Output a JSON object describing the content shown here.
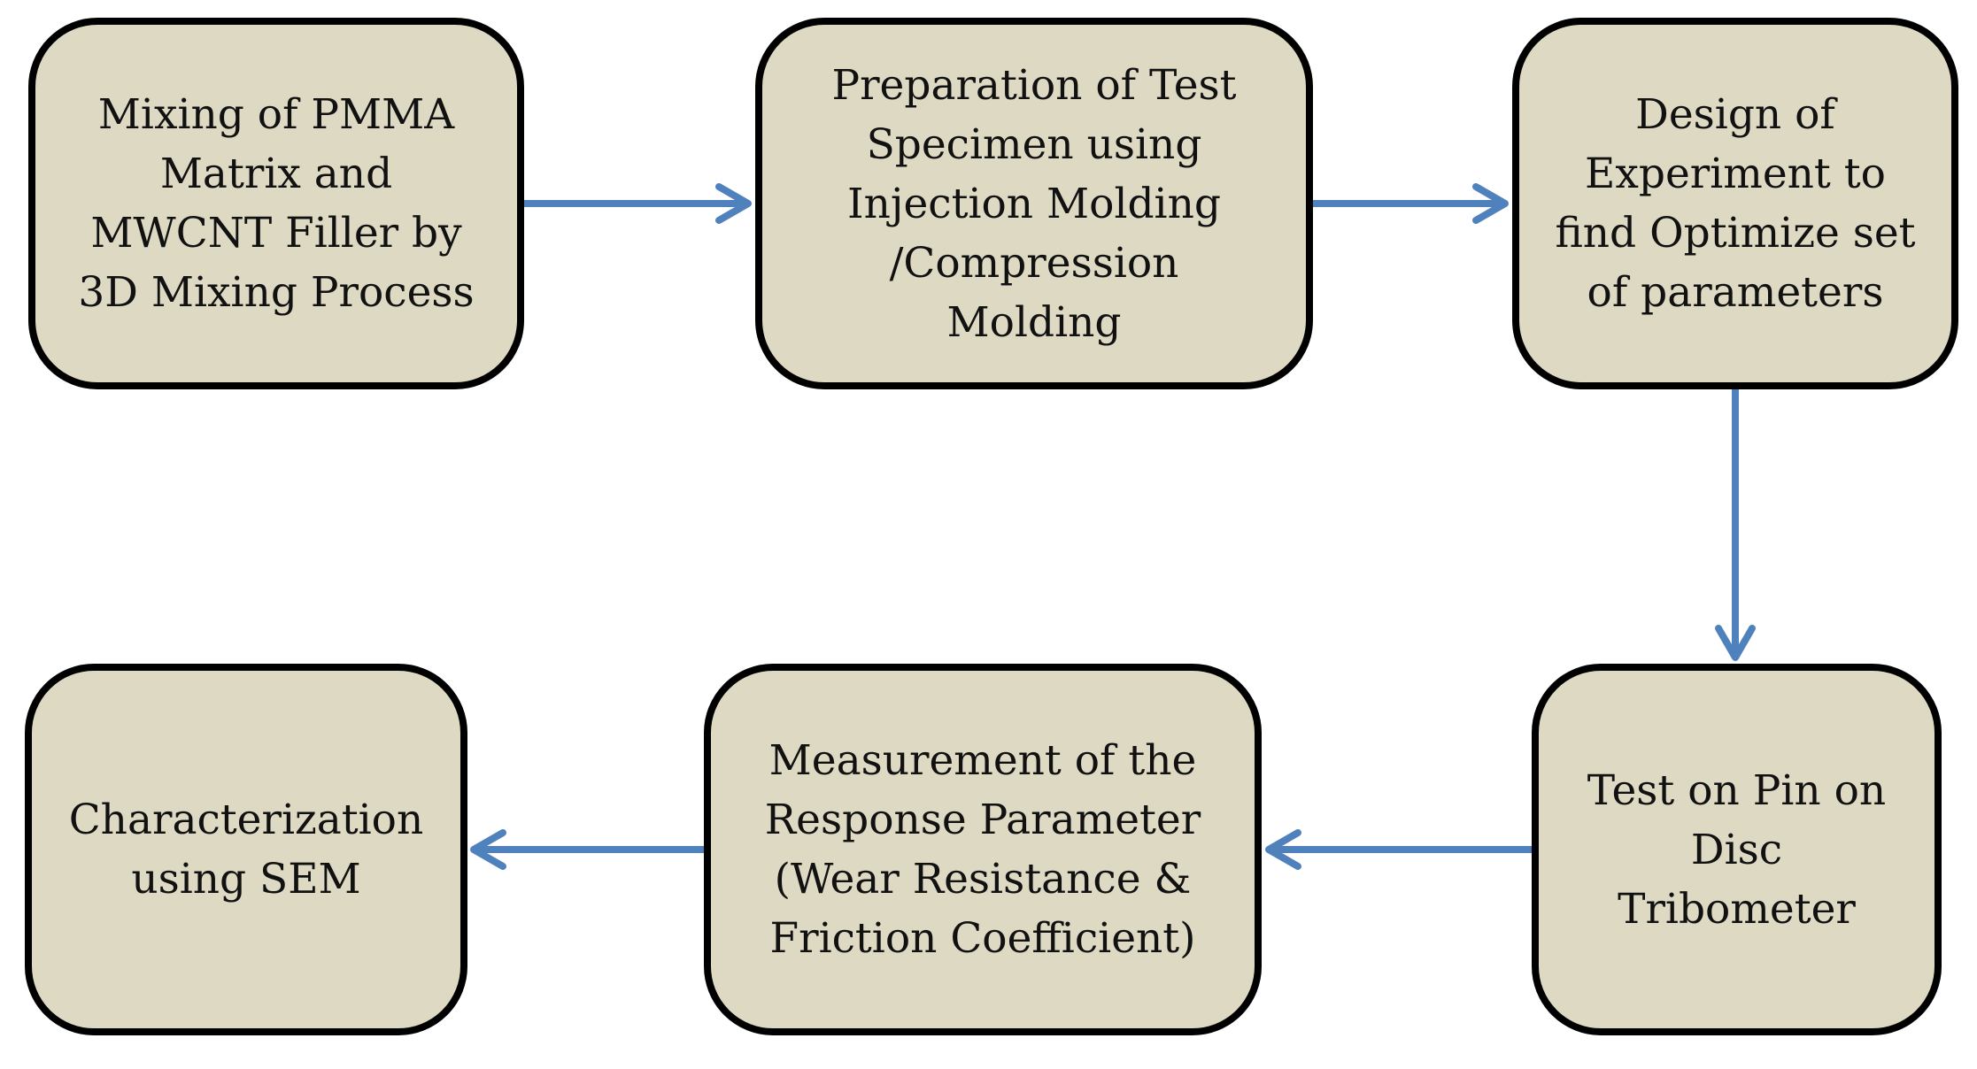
{
  "colors": {
    "box_fill": "#ddd9c3",
    "box_border": "#000000",
    "arrow": "#4f81bd",
    "text": "#111111"
  },
  "steps": [
    {
      "id": "step-1",
      "text": "Mixing of PMMA\nMatrix and\nMWCNT Filler by\n3D Mixing Process"
    },
    {
      "id": "step-2",
      "text": "Preparation of Test\nSpecimen using\nInjection Molding\n/Compression\nMolding"
    },
    {
      "id": "step-3",
      "text": "Design of\nExperiment to\nfind Optimize set\nof parameters"
    },
    {
      "id": "step-4",
      "text": "Test on Pin on\nDisc\nTribometer"
    },
    {
      "id": "step-5",
      "text": "Measurement of the\nResponse Parameter\n(Wear  Resistance &\nFriction Coefficient)"
    },
    {
      "id": "step-6",
      "text": "Characterization\nusing SEM"
    }
  ],
  "connections": [
    {
      "from": "step-1",
      "to": "step-2"
    },
    {
      "from": "step-2",
      "to": "step-3"
    },
    {
      "from": "step-3",
      "to": "step-4"
    },
    {
      "from": "step-4",
      "to": "step-5"
    },
    {
      "from": "step-5",
      "to": "step-6"
    }
  ]
}
